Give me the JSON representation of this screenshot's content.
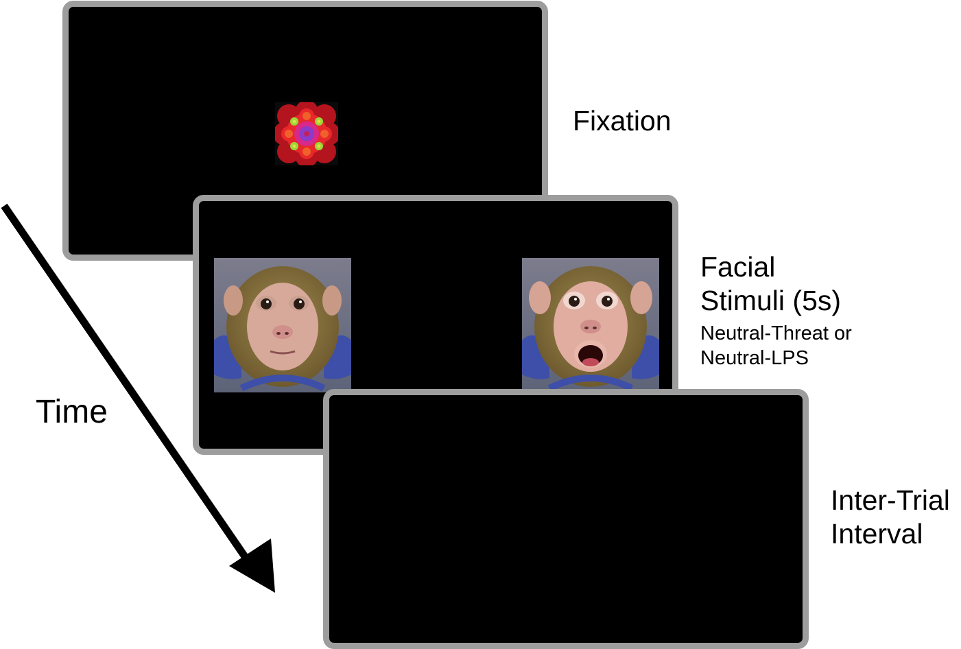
{
  "labels": {
    "fixation": "Fixation",
    "facial_line1": "Facial",
    "facial_line2": "Stimuli (5s)",
    "facial_sub_line1": "Neutral-Threat or",
    "facial_sub_line2": "Neutral-LPS",
    "iti_line1": "Inter-Trial",
    "iti_line2": "Interval",
    "time": "Time"
  },
  "colors": {
    "screen_background": "#000000",
    "screen_border": "#9d9d9d",
    "arrow": "#000000"
  },
  "icons": {
    "fixation_target": "multicolor-flower-target-icon",
    "left_face": "neutral-monkey-face-icon",
    "right_face": "threat-monkey-face-icon",
    "time_arrow": "down-right-arrow-icon"
  }
}
